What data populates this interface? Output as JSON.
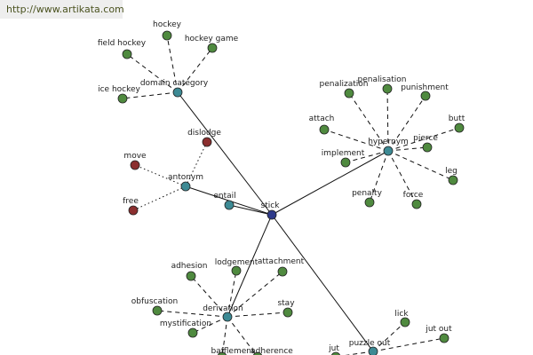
{
  "banner": {
    "url": "http://www.artikata.com"
  },
  "colors": {
    "root": "#2e3a8a",
    "hub": "#3d8a94",
    "leaf": "#4f8a3f",
    "antonym_leaf": "#8b2f2f"
  },
  "graph": {
    "nodes": [
      {
        "id": "stick",
        "label": "stick",
        "kind": "root"
      },
      {
        "id": "domain_category",
        "label": "domain category",
        "kind": "hub"
      },
      {
        "id": "hypernym",
        "label": "hypernym",
        "kind": "hub"
      },
      {
        "id": "antonym",
        "label": "antonym",
        "kind": "hub"
      },
      {
        "id": "entail",
        "label": "entail",
        "kind": "hub"
      },
      {
        "id": "derivation",
        "label": "derivation",
        "kind": "hub"
      },
      {
        "id": "puzzle_out",
        "label": "puzzle out",
        "kind": "hub"
      },
      {
        "id": "hockey",
        "label": "hockey",
        "kind": "leaf"
      },
      {
        "id": "field_hockey",
        "label": "field hockey",
        "kind": "leaf"
      },
      {
        "id": "hockey_game",
        "label": "hockey game",
        "kind": "leaf"
      },
      {
        "id": "ice_hockey",
        "label": "ice hockey",
        "kind": "leaf"
      },
      {
        "id": "penalization",
        "label": "penalization",
        "kind": "leaf"
      },
      {
        "id": "penalisation",
        "label": "penalisation",
        "kind": "leaf"
      },
      {
        "id": "punishment",
        "label": "punishment",
        "kind": "leaf"
      },
      {
        "id": "attach",
        "label": "attach",
        "kind": "leaf"
      },
      {
        "id": "butt",
        "label": "butt",
        "kind": "leaf"
      },
      {
        "id": "implement",
        "label": "implement",
        "kind": "leaf"
      },
      {
        "id": "pierce",
        "label": "pierce",
        "kind": "leaf"
      },
      {
        "id": "leg",
        "label": "leg",
        "kind": "leaf"
      },
      {
        "id": "penalty",
        "label": "penalty",
        "kind": "leaf"
      },
      {
        "id": "force",
        "label": "force",
        "kind": "leaf"
      },
      {
        "id": "dislodge",
        "label": "dislodge",
        "kind": "antonym_leaf"
      },
      {
        "id": "move",
        "label": "move",
        "kind": "antonym_leaf"
      },
      {
        "id": "free",
        "label": "free",
        "kind": "antonym_leaf"
      },
      {
        "id": "adhesion",
        "label": "adhesion",
        "kind": "leaf"
      },
      {
        "id": "lodgement",
        "label": "lodgement",
        "kind": "leaf"
      },
      {
        "id": "attachment",
        "label": "attachment",
        "kind": "leaf"
      },
      {
        "id": "obfuscation",
        "label": "obfuscation",
        "kind": "leaf"
      },
      {
        "id": "stay",
        "label": "stay",
        "kind": "leaf"
      },
      {
        "id": "mystification",
        "label": "mystification",
        "kind": "leaf"
      },
      {
        "id": "bafflement",
        "label": "bafflement",
        "kind": "leaf"
      },
      {
        "id": "adherence",
        "label": "adherence",
        "kind": "leaf"
      },
      {
        "id": "lick",
        "label": "lick",
        "kind": "leaf"
      },
      {
        "id": "jut_out",
        "label": "jut out",
        "kind": "leaf"
      },
      {
        "id": "jut",
        "label": "jut",
        "kind": "leaf"
      }
    ],
    "edges": [
      {
        "from": "stick",
        "to": "domain_category",
        "style": "solid"
      },
      {
        "from": "stick",
        "to": "hypernym",
        "style": "solid"
      },
      {
        "from": "stick",
        "to": "antonym",
        "style": "solid"
      },
      {
        "from": "stick",
        "to": "entail",
        "style": "solid"
      },
      {
        "from": "stick",
        "to": "derivation",
        "style": "solid"
      },
      {
        "from": "stick",
        "to": "puzzle_out",
        "style": "solid"
      },
      {
        "from": "domain_category",
        "to": "hockey",
        "style": "dashed"
      },
      {
        "from": "domain_category",
        "to": "field_hockey",
        "style": "dashed"
      },
      {
        "from": "domain_category",
        "to": "hockey_game",
        "style": "dashed"
      },
      {
        "from": "domain_category",
        "to": "ice_hockey",
        "style": "dashed"
      },
      {
        "from": "hypernym",
        "to": "penalization",
        "style": "dashed"
      },
      {
        "from": "hypernym",
        "to": "penalisation",
        "style": "dashed"
      },
      {
        "from": "hypernym",
        "to": "punishment",
        "style": "dashed"
      },
      {
        "from": "hypernym",
        "to": "attach",
        "style": "dashed"
      },
      {
        "from": "hypernym",
        "to": "butt",
        "style": "dashed"
      },
      {
        "from": "hypernym",
        "to": "implement",
        "style": "dashed"
      },
      {
        "from": "hypernym",
        "to": "pierce",
        "style": "dashed"
      },
      {
        "from": "hypernym",
        "to": "leg",
        "style": "dashed"
      },
      {
        "from": "hypernym",
        "to": "penalty",
        "style": "dashed"
      },
      {
        "from": "hypernym",
        "to": "force",
        "style": "dashed"
      },
      {
        "from": "antonym",
        "to": "dislodge",
        "style": "dotted"
      },
      {
        "from": "antonym",
        "to": "move",
        "style": "dotted"
      },
      {
        "from": "antonym",
        "to": "free",
        "style": "dotted"
      },
      {
        "from": "derivation",
        "to": "adhesion",
        "style": "dashed"
      },
      {
        "from": "derivation",
        "to": "lodgement",
        "style": "dashed"
      },
      {
        "from": "derivation",
        "to": "attachment",
        "style": "dashed"
      },
      {
        "from": "derivation",
        "to": "obfuscation",
        "style": "dashed"
      },
      {
        "from": "derivation",
        "to": "stay",
        "style": "dashed"
      },
      {
        "from": "derivation",
        "to": "mystification",
        "style": "dashed"
      },
      {
        "from": "derivation",
        "to": "bafflement",
        "style": "dashed"
      },
      {
        "from": "derivation",
        "to": "adherence",
        "style": "dashed"
      },
      {
        "from": "puzzle_out",
        "to": "lick",
        "style": "dashed"
      },
      {
        "from": "puzzle_out",
        "to": "jut_out",
        "style": "dashed"
      },
      {
        "from": "puzzle_out",
        "to": "jut",
        "style": "dashed"
      }
    ]
  }
}
